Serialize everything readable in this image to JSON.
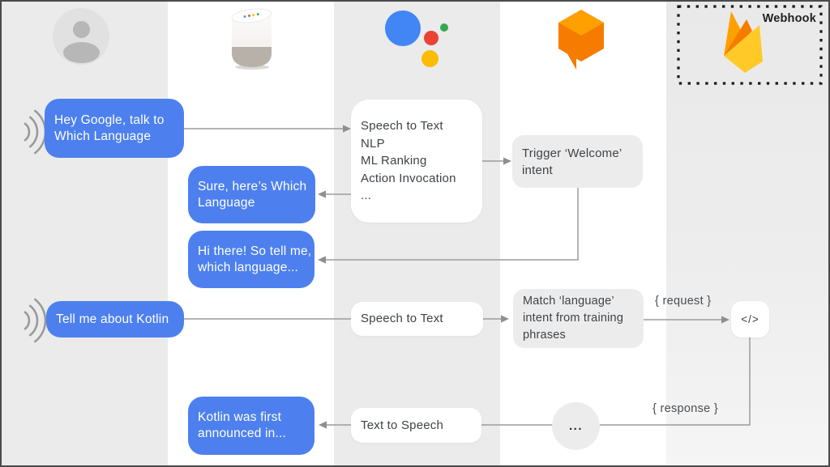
{
  "lanes": {
    "user": "user",
    "device": "google-home",
    "assistant": "google-assistant",
    "actions": "actions-on-google",
    "webhook": "firebase-webhook"
  },
  "webhook": {
    "label": "Webhook"
  },
  "bubbles": {
    "user1": {
      "lines": [
        "Hey Google, talk to",
        "Which Language"
      ]
    },
    "assistant1": {
      "lines": [
        "Sure, here’s Which",
        "Language"
      ]
    },
    "assistant2": {
      "lines": [
        "Hi there! So tell me,",
        "which language..."
      ]
    },
    "user2": {
      "lines": [
        "Tell me about Kotlin"
      ]
    },
    "assistant3": {
      "lines": [
        "Kotlin was first",
        "announced in..."
      ]
    }
  },
  "boxes": {
    "pipeline": {
      "lines": [
        "Speech to Text",
        "NLP",
        "ML Ranking",
        "Action Invocation",
        "..."
      ]
    },
    "trigger": {
      "lines": [
        "Trigger ‘Welcome’",
        "intent"
      ]
    },
    "stt": {
      "label": "Speech to Text"
    },
    "match": {
      "lines": [
        "Match ‘language’",
        "intent from training",
        "phrases"
      ]
    },
    "code": {
      "label": "</>"
    },
    "dots": {
      "label": "..."
    },
    "tts": {
      "label": "Text to Speech"
    }
  },
  "labels": {
    "request": "{ request }",
    "response": "{ response }"
  },
  "icons": {
    "user_avatar": "person-circle",
    "device": "google-home-speaker",
    "assistant": "google-assistant-logo",
    "actions": "actions-on-google-cube",
    "firebase": "firebase-flame",
    "voice": "sound-waves"
  },
  "colors": {
    "bubble_blue": "#4d80ee",
    "column_gray": "#ebebeb",
    "box_gray": "#ececec",
    "arrow_gray": "#9b9b9b",
    "arrowhead_gray": "#8f8f8f",
    "assistant_blue": "#4285f4",
    "assistant_red": "#ea4335",
    "assistant_green": "#34a853",
    "assistant_yellow": "#fbbc05",
    "actions_orange": "#f57c00",
    "actions_orange_light": "#ffa000",
    "firebase_yellow": "#ffca28",
    "firebase_amber": "#ffa000",
    "firebase_dark_orange": "#f57c00"
  }
}
